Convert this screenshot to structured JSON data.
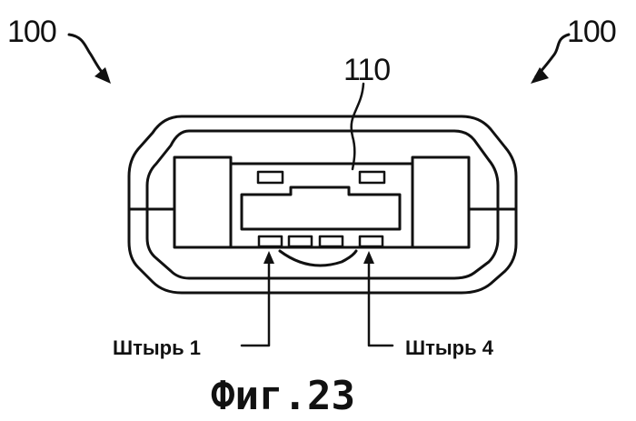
{
  "figure": {
    "ref_left": "100",
    "ref_right": "100",
    "ref_inner": "110",
    "pin_left": "Штырь 1",
    "pin_right": "Штырь 4",
    "caption": "Фиг.23"
  }
}
